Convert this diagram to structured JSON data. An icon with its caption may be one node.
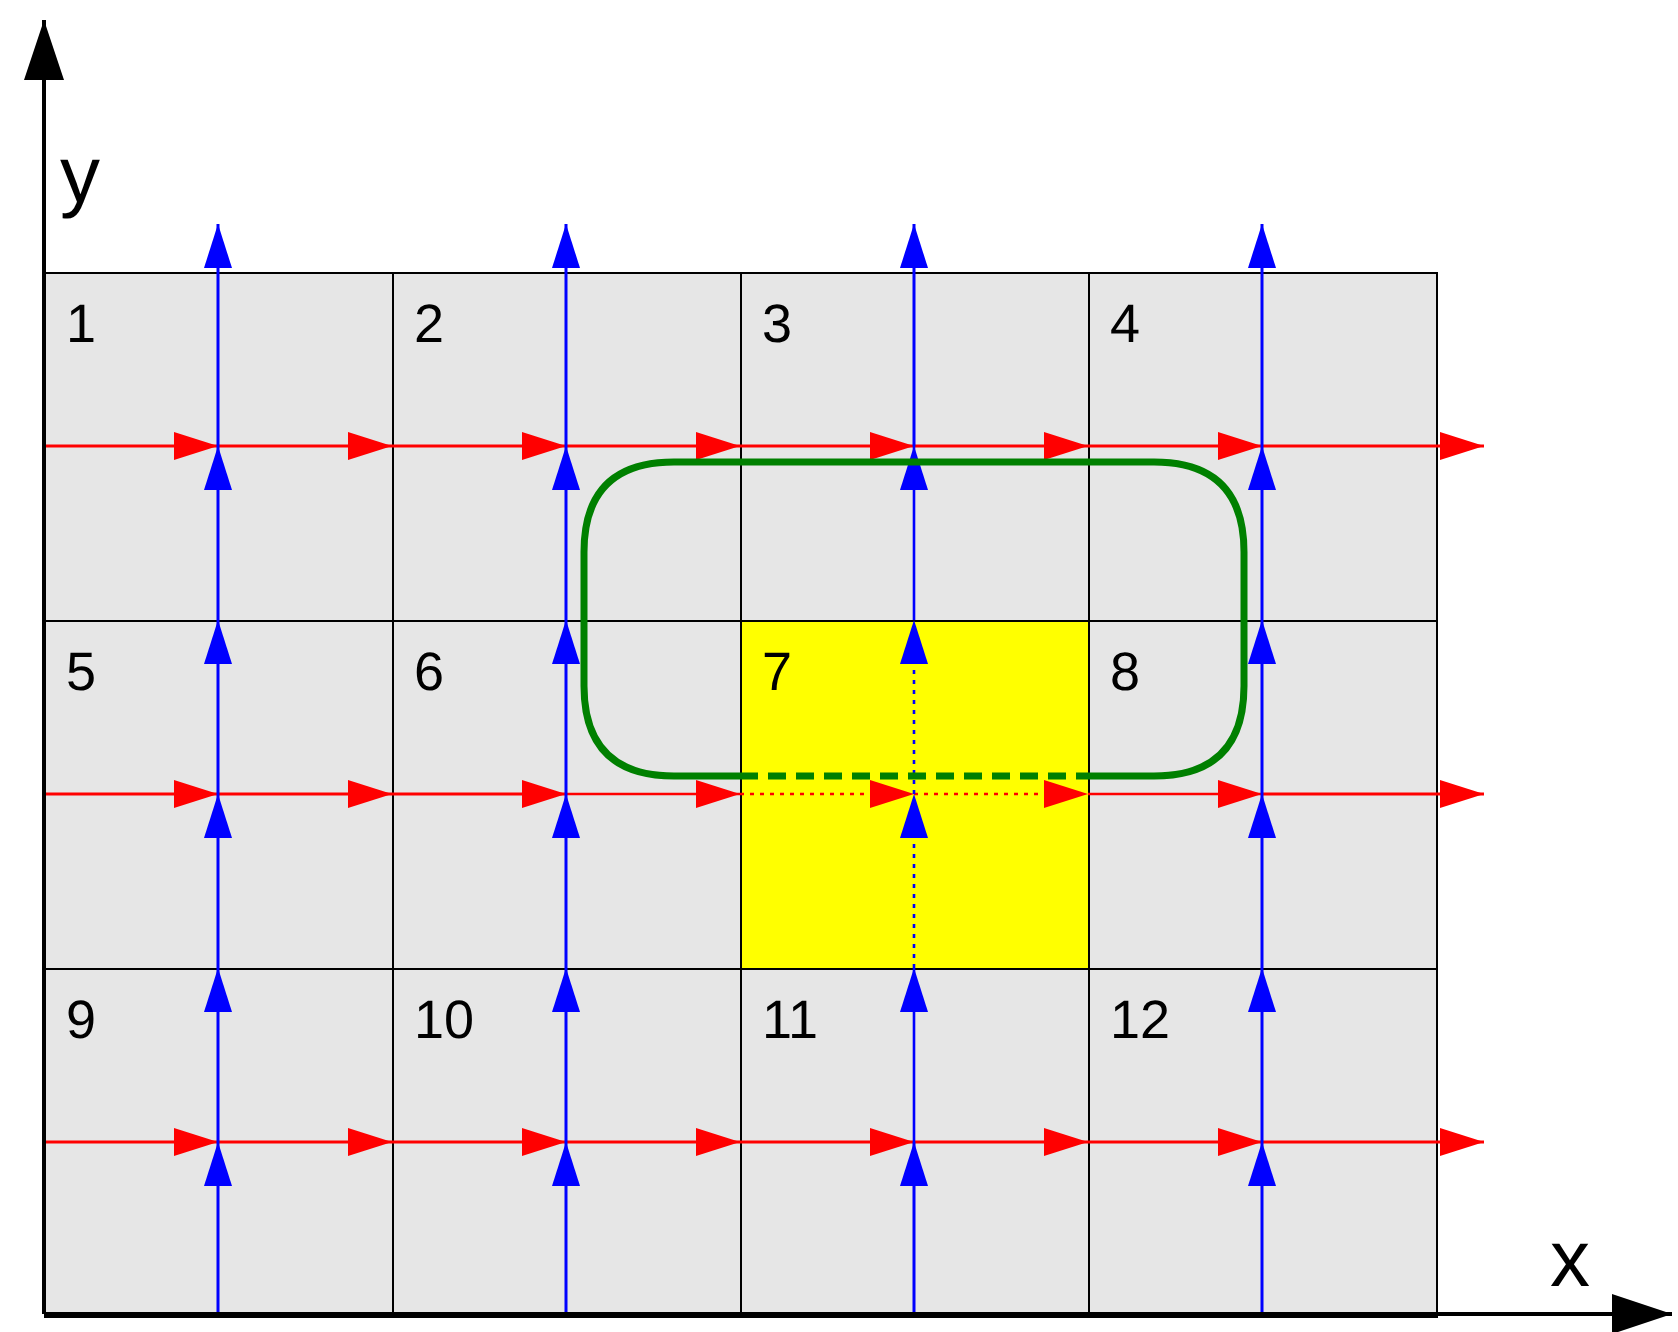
{
  "diagram": {
    "nodes": [
      {
        "text": [
          "1"
        ]
      },
      {
        "text": [
          "2"
        ]
      },
      {
        "text": [
          "3"
        ]
      },
      {
        "text": [
          "4"
        ]
      },
      {
        "text": [
          "5"
        ]
      },
      {
        "text": [
          "6"
        ]
      },
      {
        "text": [
          "7"
        ]
      },
      {
        "text": [
          "8"
        ]
      },
      {
        "text": [
          "9"
        ]
      },
      {
        "text": [
          "10"
        ]
      },
      {
        "text": [
          "11"
        ]
      },
      {
        "text": [
          "12"
        ]
      }
    ],
    "edges": [
      {
        "from": null,
        "to": 0,
        "arrow": "to",
        "color": "#ff0000"
      },
      {
        "from": 0,
        "to": 1,
        "arrow": "to",
        "color": "#ff0000"
      },
      {
        "from": 1,
        "to": 2,
        "arrow": "to",
        "color": "#ff0000"
      },
      {
        "from": 2,
        "to": 3,
        "arrow": "to",
        "color": "#ff0000"
      },
      {
        "from": 3,
        "to": null,
        "arrow": "to",
        "color": "#ff0000"
      },
      {
        "from": null,
        "to": 4,
        "arrow": "to",
        "color": "#ff0000"
      },
      {
        "from": 4,
        "to": 5,
        "arrow": "to",
        "color": "#ff0000"
      },
      {
        "from": 5,
        "to": 6,
        "arrow": "to",
        "color": "#ff0000",
        "style": "dashed"
      },
      {
        "from": 6,
        "to": 7,
        "arrow": "to",
        "color": "#ff0000",
        "style": "dashed"
      },
      {
        "from": 7,
        "to": null,
        "arrow": "to",
        "color": "#ff0000"
      },
      {
        "from": null,
        "to": 8,
        "arrow": "to",
        "color": "#ff0000"
      },
      {
        "from": 8,
        "to": 9,
        "arrow": "to",
        "color": "#ff0000"
      },
      {
        "from": 9,
        "to": 10,
        "arrow": "to",
        "color": "#ff0000"
      },
      {
        "from": 10,
        "to": 11,
        "arrow": "to",
        "color": "#ff0000"
      },
      {
        "from": 11,
        "to": null,
        "arrow": "to",
        "color": "#ff0000"
      },
      {
        "from": null,
        "to": 8,
        "arrow": "to",
        "color": "#0000ff"
      },
      {
        "from": 8,
        "to": 4,
        "arrow": "to",
        "color": "#0000ff"
      },
      {
        "from": 4,
        "to": 0,
        "arrow": "to",
        "color": "#0000ff"
      },
      {
        "from": 0,
        "to": null,
        "arrow": "to",
        "color": "#0000ff"
      },
      {
        "from": null,
        "to": 9,
        "arrow": "to",
        "color": "#0000ff"
      },
      {
        "from": 9,
        "to": 5,
        "arrow": "to",
        "color": "#0000ff"
      },
      {
        "from": 5,
        "to": 1,
        "arrow": "to",
        "color": "#0000ff"
      },
      {
        "from": 1,
        "to": null,
        "arrow": "to",
        "color": "#0000ff"
      },
      {
        "from": null,
        "to": 10,
        "arrow": "to",
        "color": "#0000ff"
      },
      {
        "from": 10,
        "to": 6,
        "arrow": "to",
        "color": "#0000ff",
        "style": "dashed"
      },
      {
        "from": 6,
        "to": 2,
        "arrow": "to",
        "color": "#0000ff",
        "style": "dashed"
      },
      {
        "from": 2,
        "to": null,
        "arrow": "to",
        "color": "#0000ff"
      },
      {
        "from": null,
        "to": 11,
        "arrow": "to",
        "color": "#0000ff"
      },
      {
        "from": 11,
        "to": 7,
        "arrow": "to",
        "color": "#0000ff"
      },
      {
        "from": 7,
        "to": 3,
        "arrow": "to",
        "color": "#0000ff"
      },
      {
        "from": 3,
        "to": null,
        "arrow": "to",
        "color": "#0000ff"
      }
    ],
    "labels": [
      "y",
      "x"
    ]
  }
}
